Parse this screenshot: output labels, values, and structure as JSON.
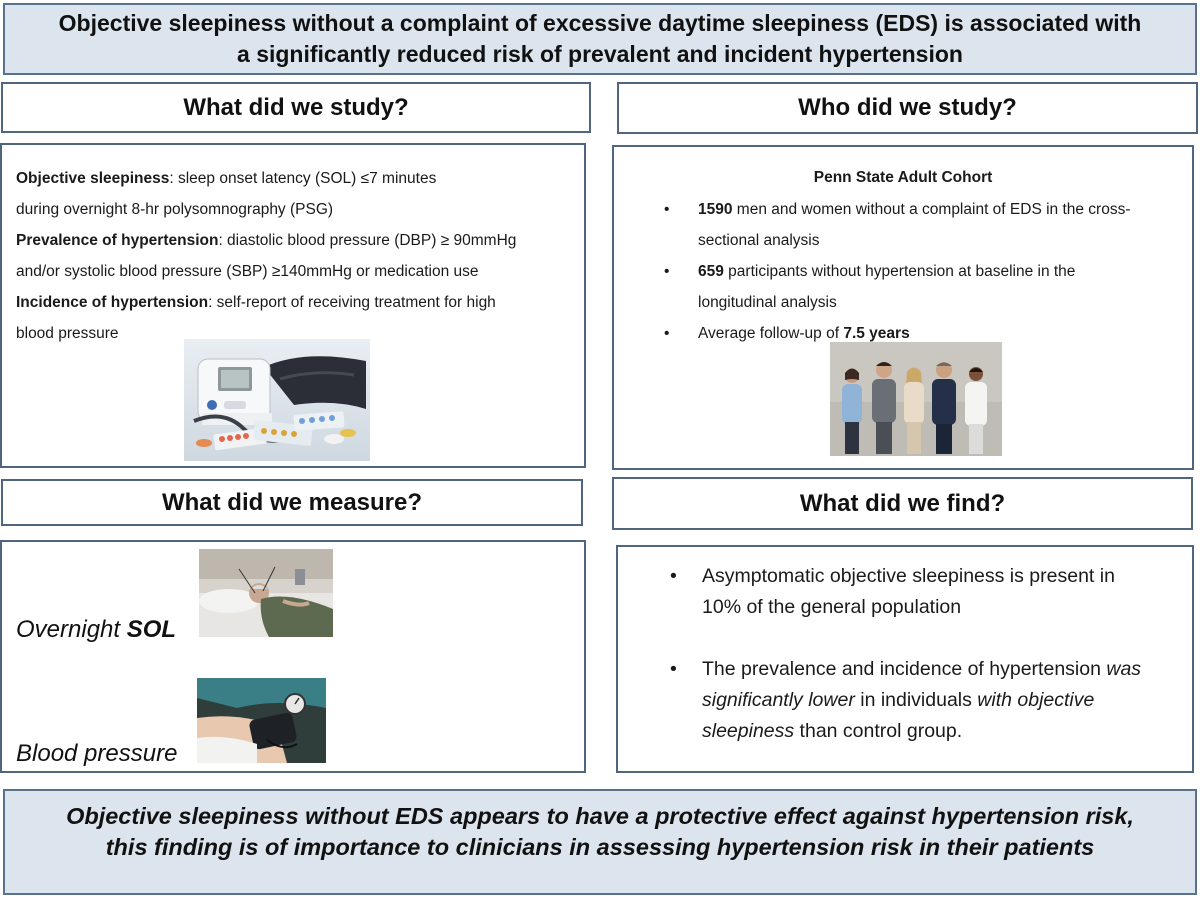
{
  "title": {
    "line1": "Objective sleepiness without a complaint of excessive daytime sleepiness (EDS) is associated with",
    "line2": "a significantly reduced risk of prevalent and incident hypertension"
  },
  "study": {
    "heading": "What did we study?",
    "items": [
      {
        "term": "Objective sleepiness",
        "text1": ": sleep onset latency (SOL) ≤7 minutes",
        "text2": "during overnight 8-hr polysomnography (PSG)"
      },
      {
        "term": "Prevalence of hypertension",
        "text1": ": diastolic blood pressure (DBP) ≥ 90mmHg",
        "text2": "and/or systolic blood pressure (SBP) ≥140mmHg or medication use"
      },
      {
        "term": "Incidence of hypertension",
        "text1": ": self-report of receiving treatment for high",
        "text2": "blood pressure"
      }
    ]
  },
  "who": {
    "heading": "Who did we study?",
    "cohort": "Penn State Adult Cohort",
    "bullets": [
      {
        "bold": "1590",
        "line1": " men and women without a complaint of EDS in the cross-",
        "line2": "sectional analysis"
      },
      {
        "bold": "659",
        "line1": " participants without hypertension at baseline in the",
        "line2": "longitudinal analysis"
      },
      {
        "pre": "Average follow-up of ",
        "bold": "7.5 years"
      }
    ]
  },
  "measure": {
    "heading": "What did we measure?",
    "label1_pre": "Overnight ",
    "label1_bold": "SOL",
    "label2": "Blood pressure"
  },
  "find": {
    "heading": "What did we find?",
    "bullet1": {
      "line1": "Asymptomatic objective sleepiness is present in",
      "line2": "10% of the general population"
    },
    "bullet2": {
      "line1_pre": "The prevalence and incidence of hypertension ",
      "line1_em": "was",
      "line2_em": "significantly lower",
      "line2_post": " in individuals ",
      "line2_em2": "with objective",
      "line3_em": "sleepiness",
      "line3_post": " than control group."
    }
  },
  "conclusion": {
    "line1": "Objective sleepiness without EDS appears to have a protective effect against hypertension risk,",
    "line2": "this finding is of importance to clinicians in assessing hypertension risk in their patients"
  },
  "bullet_char": "•"
}
